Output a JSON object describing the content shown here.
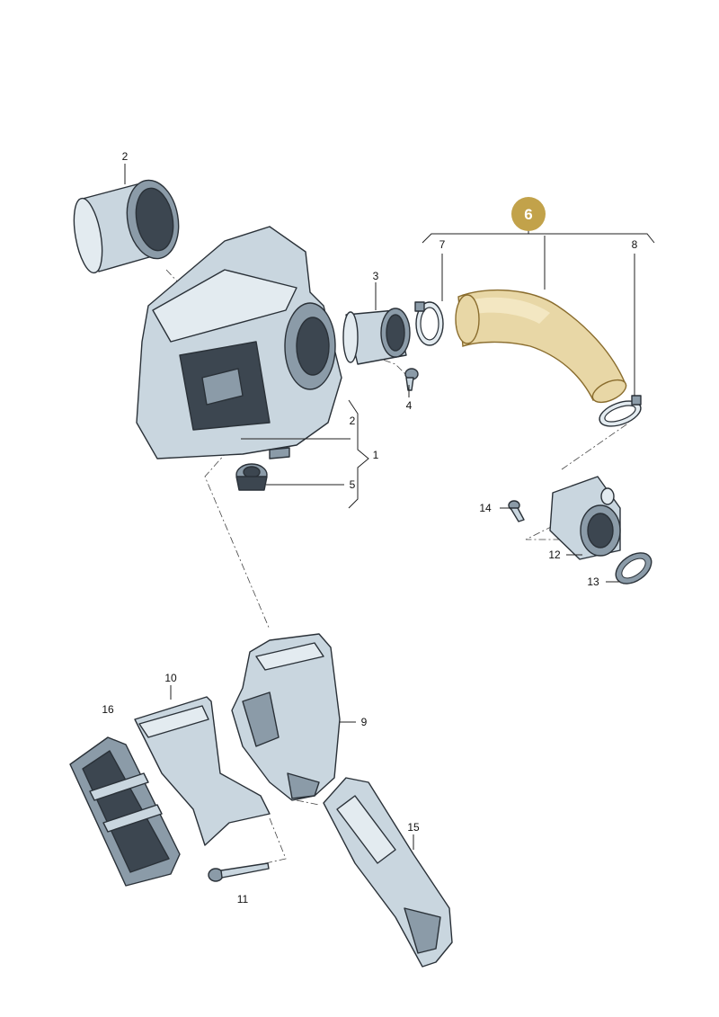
{
  "callout": {
    "label": "6",
    "color": "#c2a24a"
  },
  "parts": [
    {
      "id": "p2a",
      "label": "2"
    },
    {
      "id": "p3",
      "label": "3"
    },
    {
      "id": "p7",
      "label": "7"
    },
    {
      "id": "p8",
      "label": "8"
    },
    {
      "id": "p4",
      "label": "4"
    },
    {
      "id": "p2b",
      "label": "2"
    },
    {
      "id": "p1",
      "label": "1"
    },
    {
      "id": "p5",
      "label": "5"
    },
    {
      "id": "p14",
      "label": "14"
    },
    {
      "id": "p12",
      "label": "12"
    },
    {
      "id": "p13",
      "label": "13"
    },
    {
      "id": "p10",
      "label": "10"
    },
    {
      "id": "p16",
      "label": "16"
    },
    {
      "id": "p9",
      "label": "9"
    },
    {
      "id": "p15",
      "label": "15"
    },
    {
      "id": "p11",
      "label": "11"
    }
  ]
}
